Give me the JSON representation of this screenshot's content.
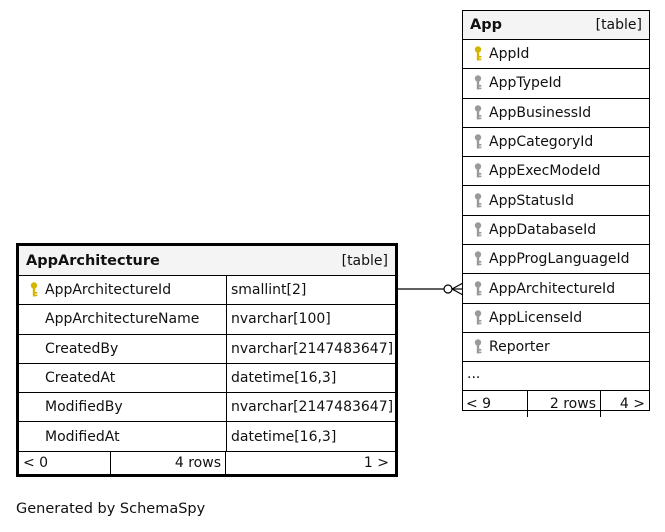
{
  "app_table": {
    "name": "App",
    "kind": "[table]",
    "columns": [
      {
        "name": "AppId",
        "key": "primary"
      },
      {
        "name": "AppTypeId",
        "key": "foreign"
      },
      {
        "name": "AppBusinessId",
        "key": "foreign"
      },
      {
        "name": "AppCategoryId",
        "key": "foreign"
      },
      {
        "name": "AppExecModeId",
        "key": "foreign"
      },
      {
        "name": "AppStatusId",
        "key": "foreign"
      },
      {
        "name": "AppDatabaseId",
        "key": "foreign"
      },
      {
        "name": "AppProgLanguageId",
        "key": "foreign"
      },
      {
        "name": "AppArchitectureId",
        "key": "foreign"
      },
      {
        "name": "AppLicenseId",
        "key": "foreign"
      },
      {
        "name": "Reporter",
        "key": "foreign"
      }
    ],
    "more": "...",
    "footer": {
      "parents": "< 9",
      "rows": "2 rows",
      "children": "4 >"
    }
  },
  "arch_table": {
    "name": "AppArchitecture",
    "kind": "[table]",
    "columns": [
      {
        "name": "AppArchitectureId",
        "type": "smallint[2]",
        "key": "primary"
      },
      {
        "name": "AppArchitectureName",
        "type": "nvarchar[100]",
        "key": "none"
      },
      {
        "name": "CreatedBy",
        "type": "nvarchar[2147483647]",
        "key": "none"
      },
      {
        "name": "CreatedAt",
        "type": "datetime[16,3]",
        "key": "none"
      },
      {
        "name": "ModifiedBy",
        "type": "nvarchar[2147483647]",
        "key": "none"
      },
      {
        "name": "ModifiedAt",
        "type": "datetime[16,3]",
        "key": "none"
      }
    ],
    "footer": {
      "parents": "< 0",
      "rows": "4 rows",
      "children": "1 >"
    }
  },
  "generated_by": "Generated by SchemaSpy",
  "colors": {
    "primary_key": "#d4b500",
    "foreign_key": "#9a9a9a",
    "header_bg": "#f4f4f4"
  }
}
